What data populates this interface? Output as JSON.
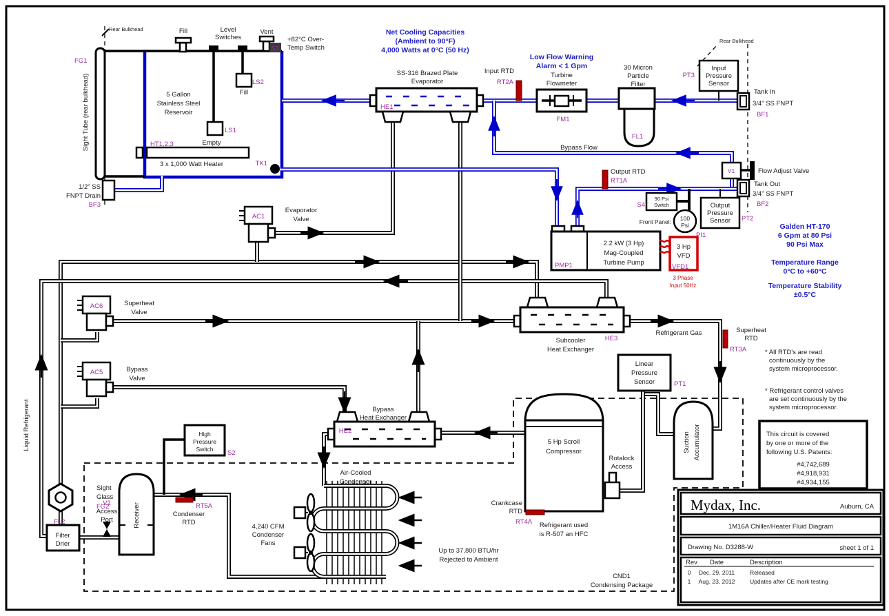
{
  "colors": {
    "pipe_blue": "#0000cc",
    "tag_magenta": "#9b2f9b",
    "annotation_blue": "#2121c8",
    "alarm_red": "#d40000"
  },
  "r": {
    "bulkhead": "Rear Bulkhead",
    "fg1": "FG1",
    "tube": "Sight Tube (rear bulkhead)",
    "fill": "Fill",
    "lv1": "Level",
    "lv2": "Switches",
    "vent": "Vent",
    "s3": "S3",
    "ot1": "+82°C Over-",
    "ot2": "Temp Switch",
    "t1": "5 Gallon",
    "t2": "Stainless Steel",
    "t3": "Reservoir",
    "ls2": "LS2",
    "ls2f": "Fill",
    "ls1": "LS1",
    "ls1e": "Empty",
    "ht": "HT1,2,3",
    "heater": "3 x 1,000 Watt Heater",
    "tk1": "TK1",
    "dr1": "1/2\" SS",
    "dr2": "FNPT Drain",
    "bf3": "BF3"
  },
  "c": {
    "nc1": "Net Cooling Capacities",
    "nc2": "(Ambient to 90°F)",
    "nc3": "4,000 Watts at 0°C (50 Hz)",
    "ev1": "SS-316 Brazed Plate",
    "ev2": "Evaporator",
    "he1": "HE1",
    "irtd": "Input RTD",
    "rt2a": "RT2A",
    "lf1": "Low Flow Warning",
    "lf2": "Alarm < 1 Gpm",
    "tb1": "Turbine",
    "tb2": "Flowmeter",
    "fm1": "FM1",
    "bypass": "Bypass Flow",
    "pf1": "30 Micron",
    "pf2": "Particle",
    "pf3": "Filter",
    "fl1": "FL1",
    "pt3": "PT3",
    "ip1": "Input",
    "ip2": "Pressure",
    "ip3": "Sensor",
    "rbh": "Rear Bulkhead",
    "ti1": "Tank In",
    "ti2": "3/4\" SS FNPT",
    "bf1": "BF1",
    "ortd": "Output RTD",
    "rt1a": "RT1A",
    "v1": "V1",
    "fav": "Flow Adjust Valve",
    "to1": "Tank Out",
    "to2": "3/4\" SS FNPT",
    "bf2": "BF2",
    "s4": "S4",
    "ps1": "90 Psi",
    "ps2": "Switch",
    "fp": "Front Panel:",
    "g1": "100",
    "g2": "Psi",
    "pi1": "PI1",
    "op1": "Output",
    "op2": "Pressure",
    "op3": "Sensor",
    "pt2": "PT2",
    "pm1": "2.2 kW (3 Hp)",
    "pm2": "Mag-Coupled",
    "pm3": "Turbine Pump",
    "pmp1": "PMP1",
    "vfd1": "3 Hp",
    "vfd2": "VFD",
    "vfd3": "VFD1",
    "vph1": "3 Phase",
    "vph2": "Input 50Hz"
  },
  "s": {
    "g1": "Galden HT-170",
    "g2": "6 Gpm at 80 Psi",
    "g3": "90 Psi Max",
    "t1": "Temperature Range",
    "t2": "0°C to +60°C",
    "s1": "Temperature Stability",
    "s2": "±0.5°C"
  },
  "f": {
    "ac1": "AC1",
    "evv1": "Evaporator",
    "evv2": "Valve",
    "ac6": "AC6",
    "sv1": "Superheat",
    "sv2": "Valve",
    "ac5": "AC5",
    "bv1": "Bypass",
    "bv2": "Valve",
    "sc1": "Subcooler",
    "sc2": "Heat Exchanger",
    "he3": "HE3",
    "rg": "Refrigerant Gas",
    "sr1": "Superheat",
    "sr2": "RTD",
    "rt3a": "RT3A",
    "lp1": "Linear",
    "lp2": "Pressure",
    "lp3": "Sensor",
    "pt1": "PT1",
    "bh1": "Bypass",
    "bh2": "Heat Exchanger",
    "he2": "HE2",
    "cp1": "5 Hp Scroll",
    "cp2": "Compressor",
    "ra1": "Rotalock",
    "ra2": "Access",
    "ck1": "Crankcase",
    "ck2": "RTD",
    "rt4a": "RT4A",
    "rf1": "Refrigerant used",
    "rf2": "is R-507 an HFC",
    "sa1": "Suction",
    "sa2": "Accumulator",
    "acc1": "Air-Cooled",
    "acc2": "Condenser",
    "fan1": "4,240 CFM",
    "fan2": "Condenser",
    "fan3": "Fans",
    "btu1": "Up to 37,800 BTU/hr",
    "btu2": "Rejected to Ambient",
    "cnd1": "CND1",
    "cnd2": "Condensing Package",
    "hp1": "High",
    "hp2": "Pressure",
    "hp3": "Switch",
    "s2": "S2",
    "rt5a": "RT5A",
    "cr1": "Condenser",
    "cr2": "RTD",
    "rcv": "Receiver",
    "sg1": "Sight",
    "sg2": "Glass",
    "fg2": "FG2",
    "v2": "V2",
    "ap1": "Access",
    "ap2": "Port",
    "fl2": "FL2",
    "fd1": "Filter",
    "fd2": "Drier",
    "lr": "Liquid Refrigerant"
  },
  "n": {
    "n1a": "* All RTD's are read",
    "n1b": "continuously by the",
    "n1c": "system microprocessor.",
    "n2a": "* Refrigerant control valves",
    "n2b": "are set continuously by the",
    "n2c": "system microprocessor.",
    "p1": "This circuit is covered",
    "p2": "by one or more of the",
    "p3": "following U.S. Patents:",
    "pat1": "#4,742,689",
    "pat2": "#4,918,931",
    "pat3": "#4,934,155"
  },
  "t": {
    "co": "Mydax, Inc.",
    "loc": "Auburn, CA",
    "desc": "1M16A Chiller/Heater Fluid Diagram",
    "dwg": "Drawing No. D3288-W",
    "sheet": "sheet 1 of 1",
    "rev": "Rev",
    "date": "Date",
    "de": "Description",
    "r0": "0",
    "d0": "Dec. 29, 2011",
    "de0": "Released",
    "r1": "1",
    "d1": "Aug. 23, 2012",
    "de1": "Updates after CE mark testing"
  }
}
